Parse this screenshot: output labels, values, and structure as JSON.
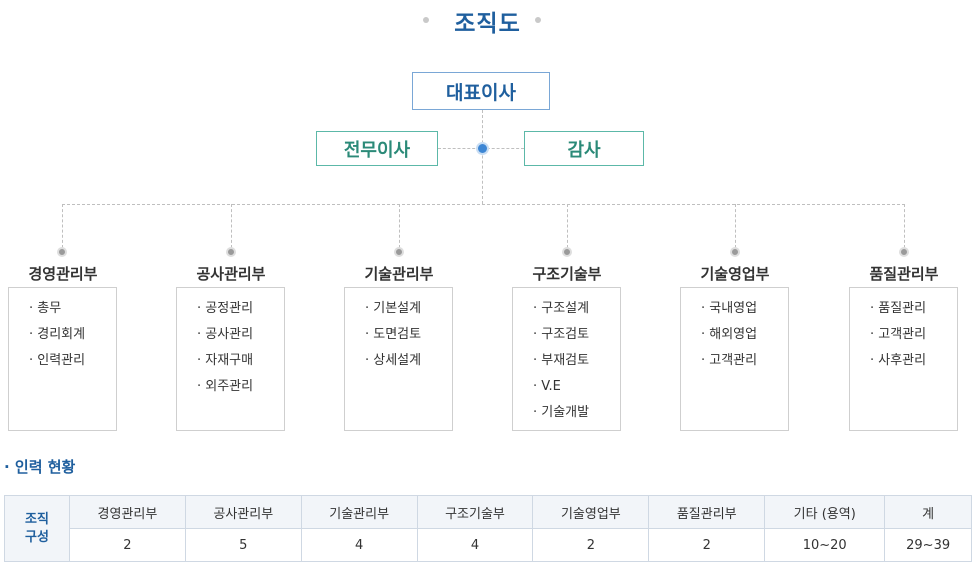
{
  "page": {
    "title": "조직도"
  },
  "org": {
    "ceo": "대표이사",
    "executive": "전무이사",
    "auditor": "감사",
    "departments": [
      {
        "name": "경영관리부",
        "items": [
          "· 총무",
          "· 경리회계",
          "· 인력관리"
        ]
      },
      {
        "name": "공사관리부",
        "items": [
          "· 공정관리",
          "· 공사관리",
          "· 자재구매",
          "· 외주관리"
        ]
      },
      {
        "name": "기술관리부",
        "items": [
          "· 기본설계",
          "· 도면검토",
          "· 상세설계"
        ]
      },
      {
        "name": "구조기술부",
        "items": [
          "· 구조설계",
          "· 구조검토",
          "· 부재검토",
          "· V.E",
          "· 기술개발"
        ]
      },
      {
        "name": "기술영업부",
        "items": [
          "· 국내영업",
          "· 해외영업",
          "· 고객관리"
        ]
      },
      {
        "name": "품질관리부",
        "items": [
          "· 품질관리",
          "· 고객관리",
          "· 사후관리"
        ]
      }
    ]
  },
  "staff": {
    "section_title": "· 인력 현황",
    "row_label_line1": "조직",
    "row_label_line2": "구성",
    "headers": [
      "경영관리부",
      "공사관리부",
      "기술관리부",
      "구조기술부",
      "기술영업부",
      "품질관리부",
      "기타 (용역)",
      "계"
    ],
    "values": [
      "2",
      "5",
      "4",
      "4",
      "2",
      "2",
      "10~20",
      "29~39"
    ]
  }
}
